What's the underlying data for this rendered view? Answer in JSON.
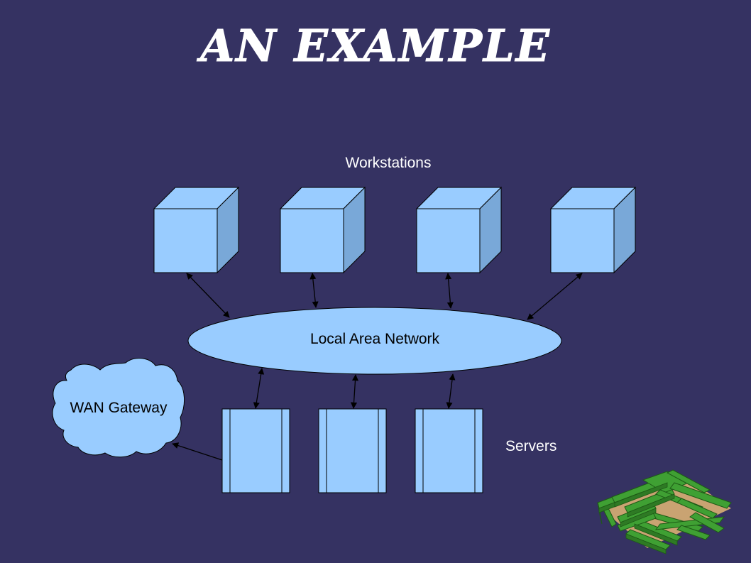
{
  "slide": {
    "title": "An Example"
  },
  "diagram": {
    "workstations_label": "Workstations",
    "lan_label": "Local Area Network",
    "wan_label": "WAN Gateway",
    "servers_label": "Servers"
  },
  "colors": {
    "background": "#353262",
    "node_fill": "#99ccff",
    "node_side": "#79a8d8",
    "line": "#000000",
    "maze_green": "#3a9a2e"
  }
}
